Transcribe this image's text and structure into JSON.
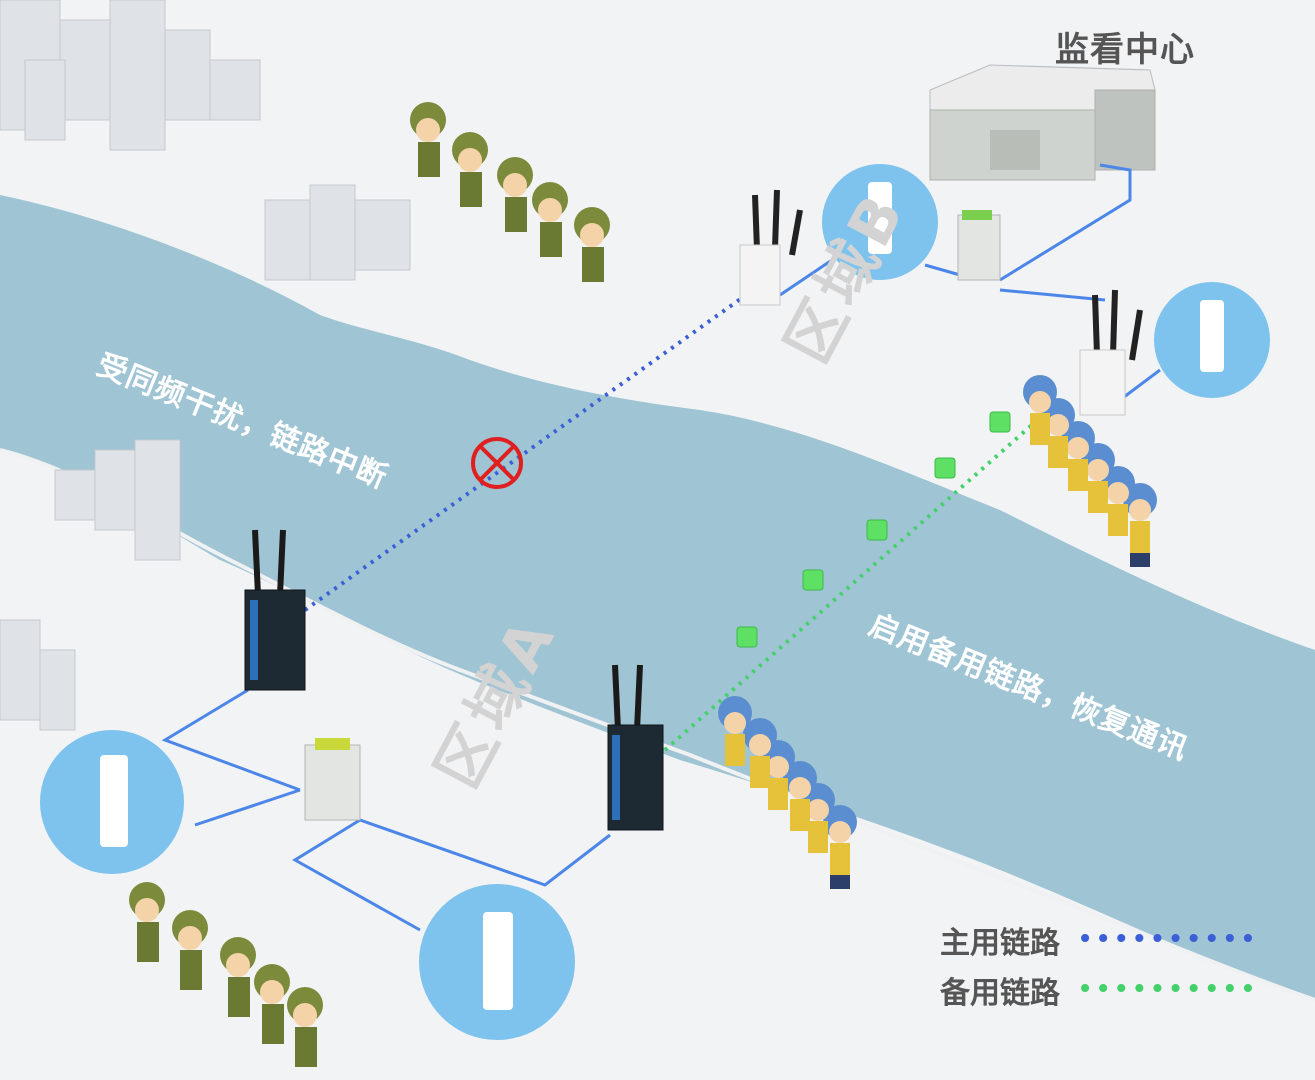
{
  "diagram": {
    "title_center": "监看中心",
    "zone_b": "区域B",
    "zone_a": "区域A",
    "interference_note": "受同频干扰，链路中断",
    "backup_note": "启用备用链路，恢复通讯"
  },
  "legend": {
    "primary": "主用链路",
    "backup": "备用链路"
  },
  "colors": {
    "river": "#9ec3d3",
    "primary_link": "#3b5fd6",
    "backup_link": "#44d06a",
    "cable": "#4b86e8",
    "node_circle": "#7ec3ee",
    "broken_mark": "#e02020"
  }
}
